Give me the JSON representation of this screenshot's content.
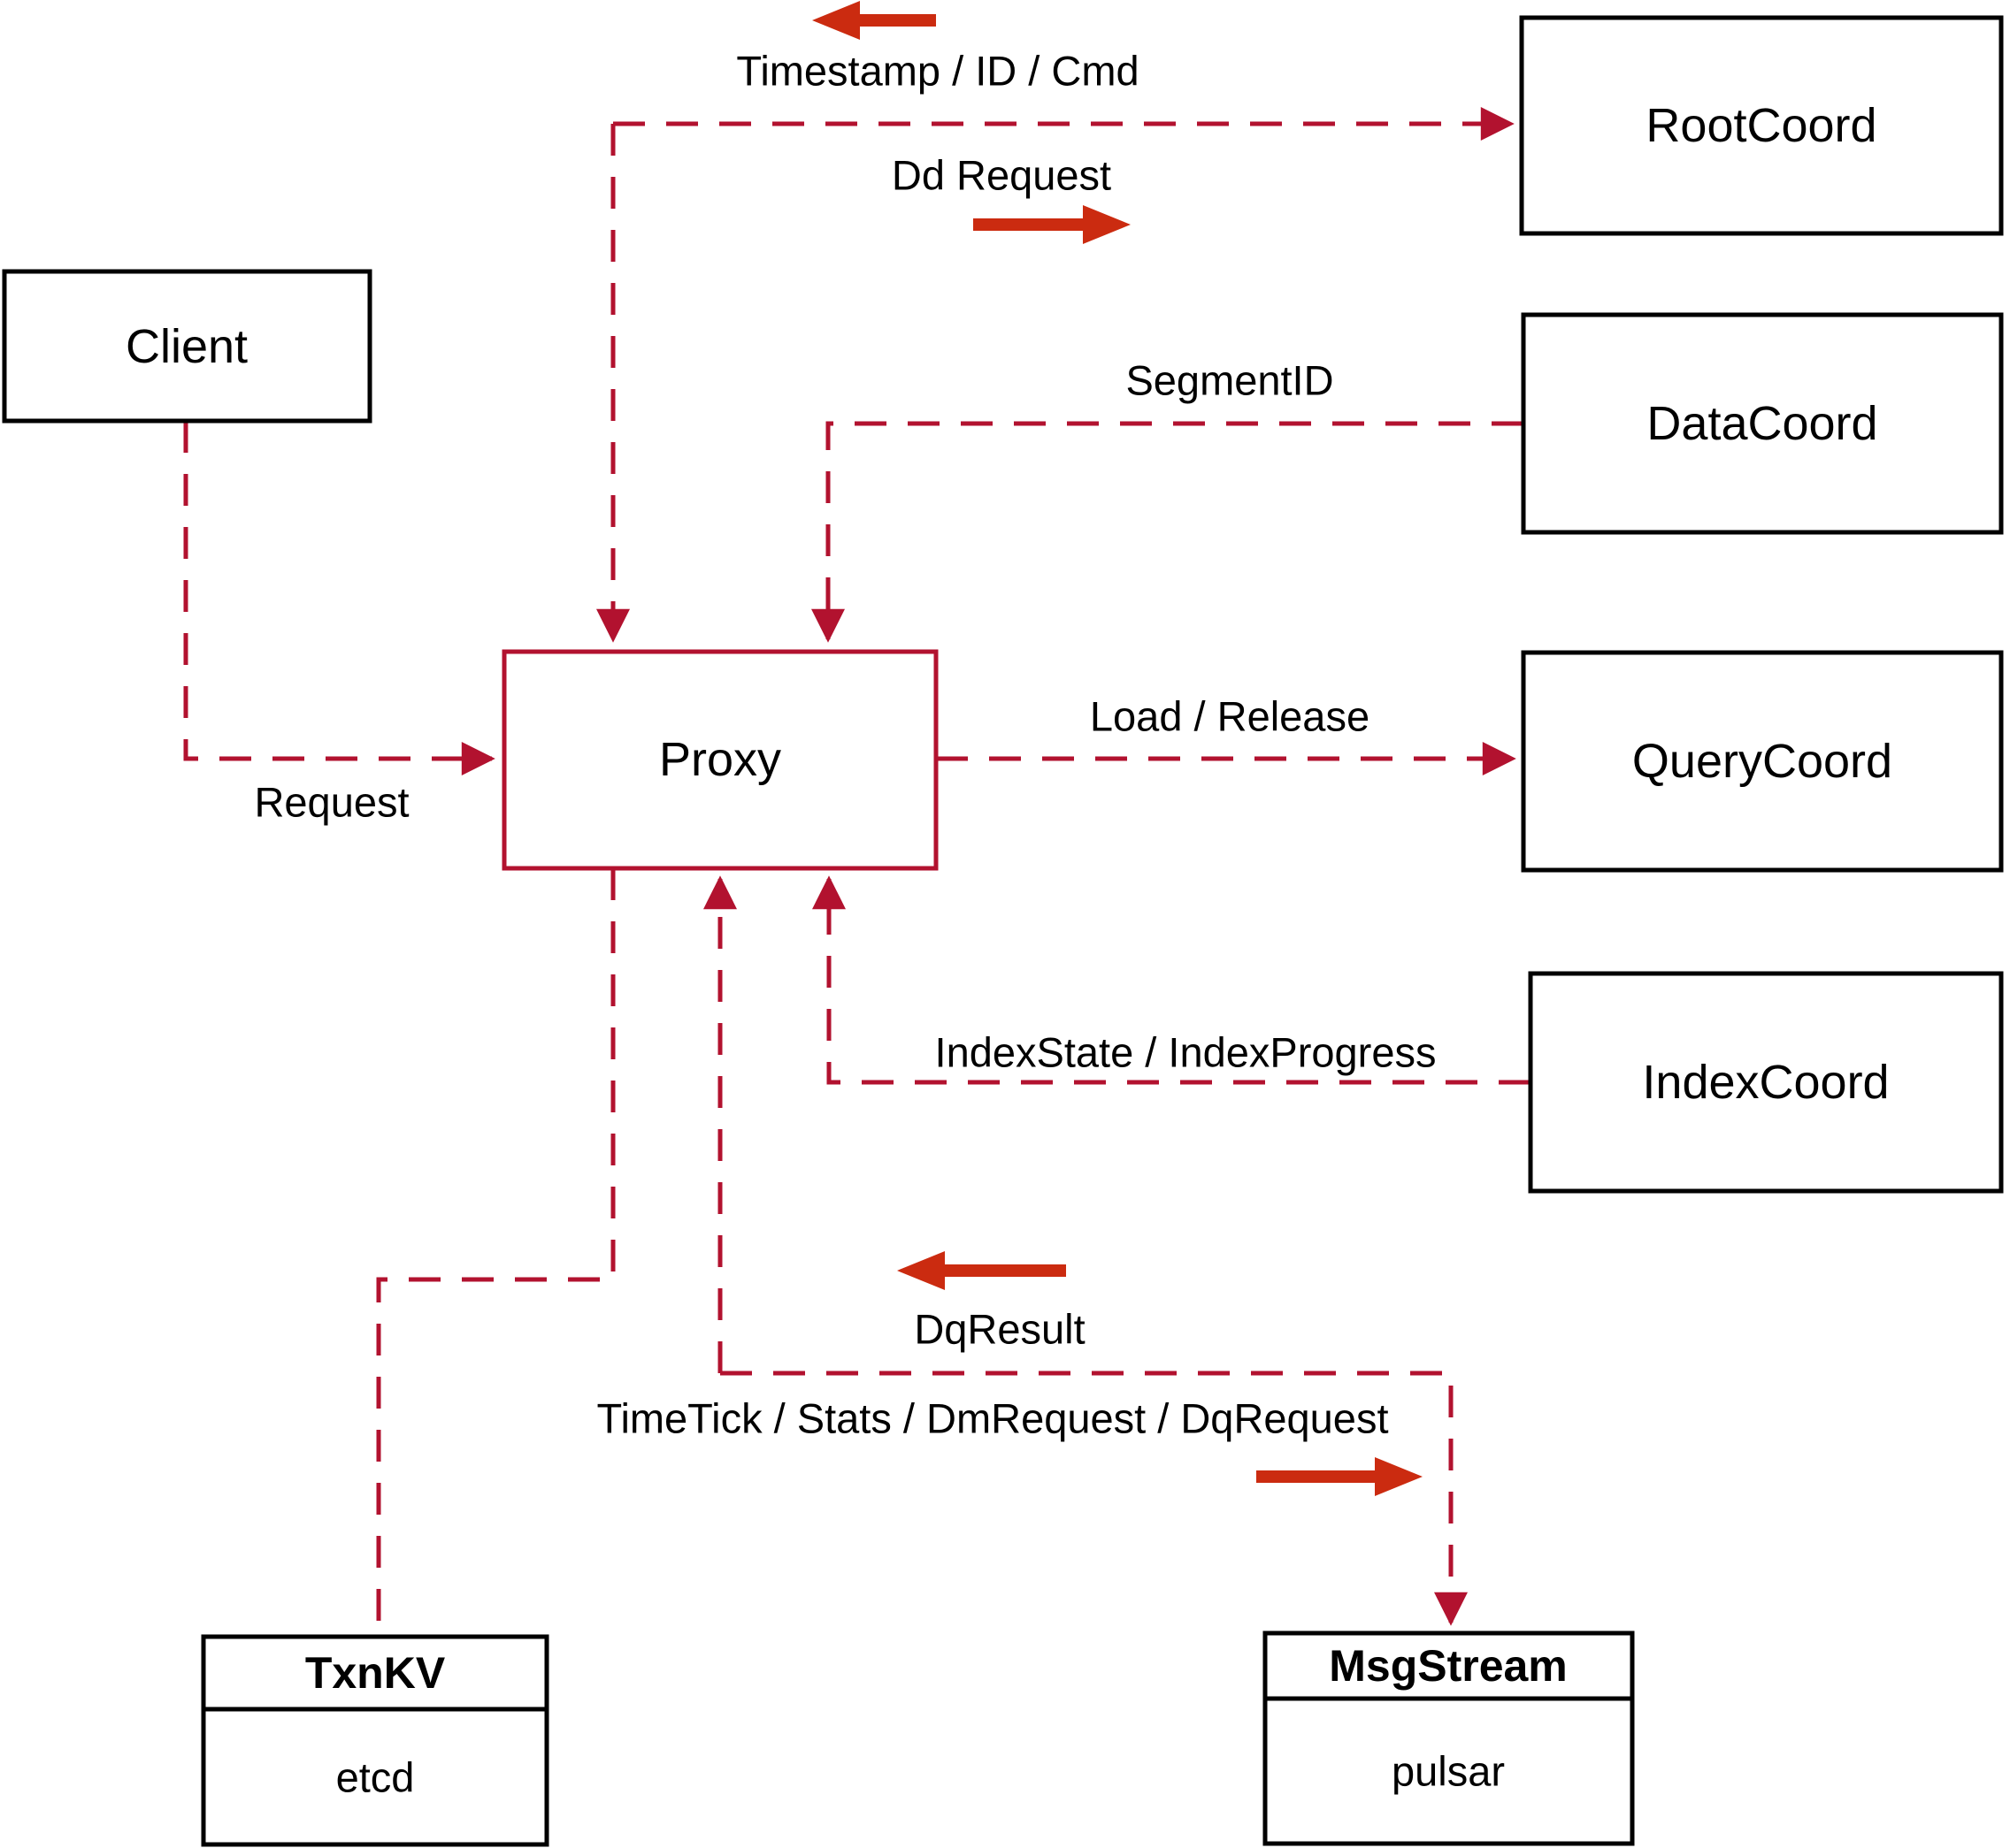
{
  "colors": {
    "connector": "#b2122f",
    "solid_arrow": "#cb2b10",
    "box_border": "#000000",
    "label_text": "#000000",
    "background": "#ffffff"
  },
  "nodes": {
    "client": {
      "label": "Client"
    },
    "proxy": {
      "label": "Proxy"
    },
    "rootcoord": {
      "label": "RootCoord"
    },
    "datacoord": {
      "label": "DataCoord"
    },
    "querycoord": {
      "label": "QueryCoord"
    },
    "indexcoord": {
      "label": "IndexCoord"
    },
    "txnkv": {
      "title": "TxnKV",
      "subtitle": "etcd"
    },
    "msgstream": {
      "title": "MsgStream",
      "subtitle": "pulsar"
    }
  },
  "edge_labels": {
    "timestamp_id_cmd": "Timestamp / ID / Cmd",
    "dd_request": "Dd Request",
    "segment_id": "SegmentID",
    "load_release": "Load / Release",
    "index_state_progress": "IndexState / IndexProgress",
    "request": "Request",
    "dq_result": "DqResult",
    "timetick_stats": "TimeTick / Stats / DmRequest / DqRequest"
  }
}
